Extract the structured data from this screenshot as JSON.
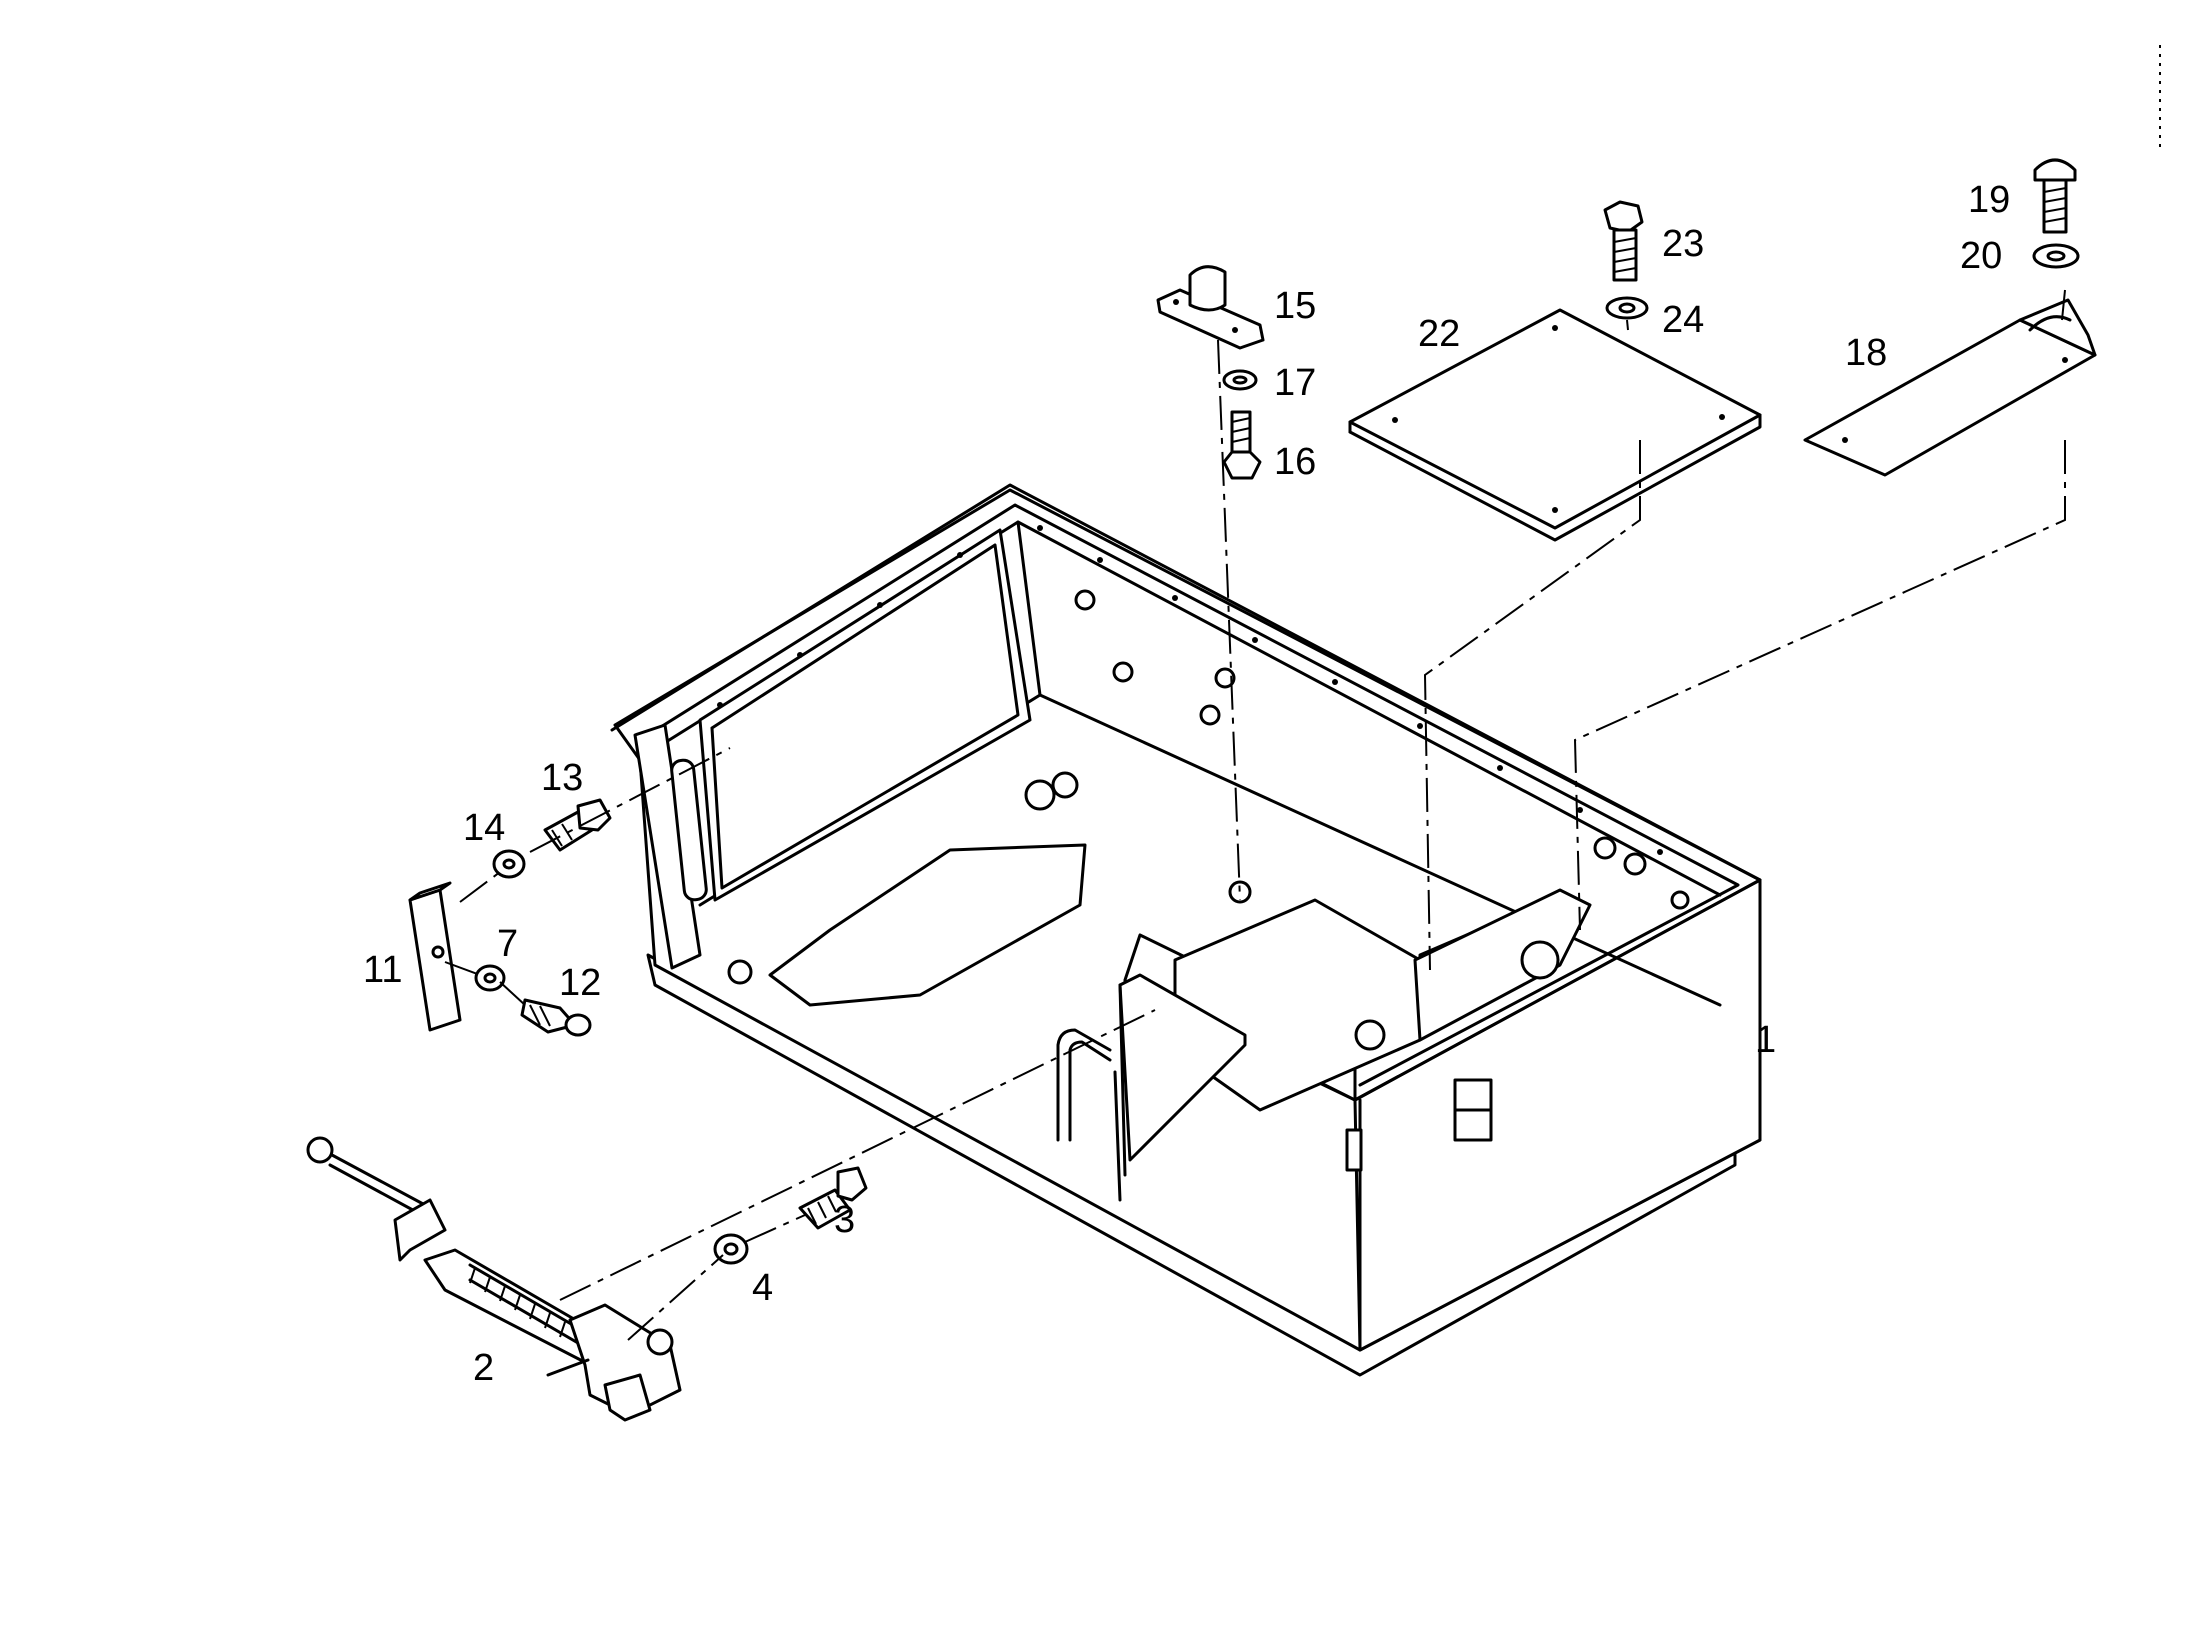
{
  "diagram": {
    "callouts": [
      {
        "id": "c1",
        "label": "1"
      },
      {
        "id": "c2",
        "label": "2"
      },
      {
        "id": "c3",
        "label": "3"
      },
      {
        "id": "c4",
        "label": "4"
      },
      {
        "id": "c7",
        "label": "7"
      },
      {
        "id": "c11",
        "label": "11"
      },
      {
        "id": "c12",
        "label": "12"
      },
      {
        "id": "c13",
        "label": "13"
      },
      {
        "id": "c14",
        "label": "14"
      },
      {
        "id": "c15",
        "label": "15"
      },
      {
        "id": "c16",
        "label": "16"
      },
      {
        "id": "c17",
        "label": "17"
      },
      {
        "id": "c18",
        "label": "18"
      },
      {
        "id": "c19",
        "label": "19"
      },
      {
        "id": "c20",
        "label": "20"
      },
      {
        "id": "c22",
        "label": "22"
      },
      {
        "id": "c23",
        "label": "23"
      },
      {
        "id": "c24",
        "label": "24"
      }
    ]
  }
}
